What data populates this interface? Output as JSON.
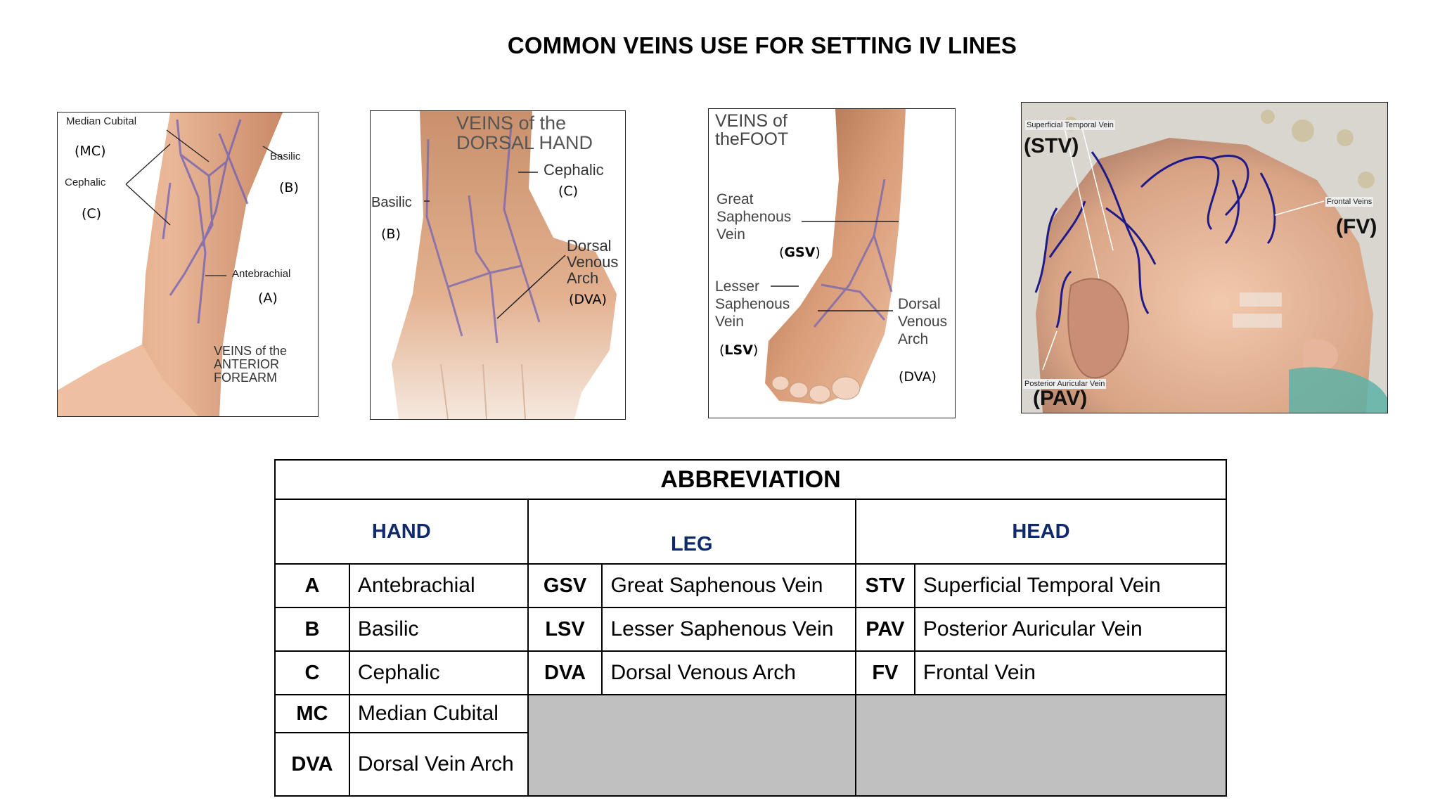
{
  "title": "COMMON VEINS USE FOR SETTING IV LINES",
  "panels": {
    "forearm": {
      "labels": {
        "median_cubital": "Median Cubital",
        "mc": "(MC)",
        "cephalic": "Cephalic",
        "c": "(C)",
        "basilic": "Basilic",
        "b": "(B)",
        "antebrachial": "Antebrachial",
        "a": "(A)",
        "caption_line1": "VEINS of the",
        "caption_line2": "ANTERIOR",
        "caption_line3": "FOREARM"
      }
    },
    "hand": {
      "labels": {
        "heading_line1": "VEINS of the",
        "heading_line2": "DORSAL HAND",
        "cephalic": "Cephalic",
        "c": "(C)",
        "basilic": "Basilic",
        "b": "(B)",
        "dorsal": "Dorsal",
        "venous": "Venous",
        "arch": "Arch",
        "dva": "(DVA)"
      }
    },
    "foot": {
      "labels": {
        "heading_line1": "VEINS of",
        "heading_line2": "theFOOT",
        "great": "Great",
        "saphenous": "Saphenous",
        "vein": "Vein",
        "gsv_open": "(",
        "gsv": "GSV",
        "gsv_close": ")",
        "lesser": "Lesser",
        "saphenous2": "Saphenous",
        "vein2": "Vein",
        "lsv_open": "(",
        "lsv": "LSV",
        "lsv_close": ")",
        "dorsal": "Dorsal",
        "venous": "Venous",
        "arch": "Arch",
        "dva": "(DVA)"
      }
    },
    "head": {
      "labels": {
        "superficial_temporal_vein": "Superficial Temporal Vein",
        "stv": "(STV)",
        "frontal_veins": "Frontal Veins",
        "fv": "(FV)",
        "posterior_auricular_vein": "Posterior Auricular Vein",
        "pav": "(PAV)"
      }
    }
  },
  "table": {
    "heading": "ABBREVIATION",
    "groups": {
      "hand": "HAND",
      "leg": "LEG",
      "head": "HEAD"
    },
    "rows": [
      {
        "hand_code": "A",
        "hand_name": "Antebrachial",
        "leg_code": "GSV",
        "leg_name": "Great Saphenous Vein",
        "head_code": "STV",
        "head_name": "Superficial Temporal Vein"
      },
      {
        "hand_code": "B",
        "hand_name": "Basilic",
        "leg_code": "LSV",
        "leg_name": "Lesser Saphenous Vein",
        "head_code": "PAV",
        "head_name": "Posterior Auricular Vein"
      },
      {
        "hand_code": "C",
        "hand_name": "Cephalic",
        "leg_code": "DVA",
        "leg_name": "Dorsal Venous Arch",
        "head_code": "FV",
        "head_name": "Frontal Vein"
      },
      {
        "hand_code": "MC",
        "hand_name": "Median Cubital"
      },
      {
        "hand_code": "DVA",
        "hand_name": "Dorsal Vein Arch"
      }
    ]
  },
  "colors": {
    "group_heading": "#0f2a6b",
    "empty_cell": "#c0c0c0",
    "vein": "#5a4fa8",
    "skin": "#e8b998"
  }
}
